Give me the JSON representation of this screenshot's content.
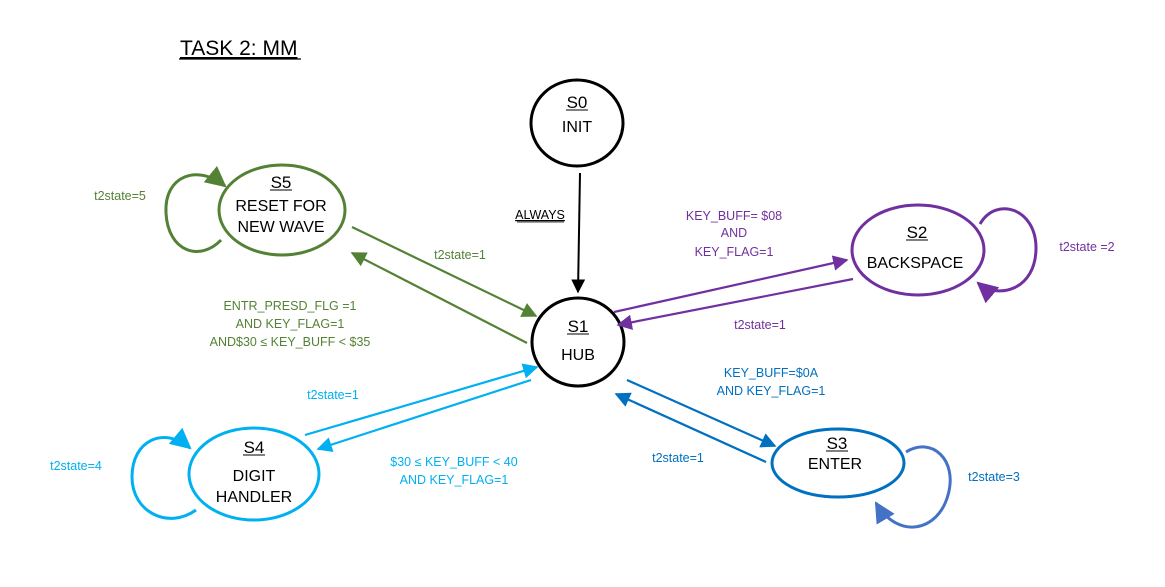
{
  "title": "TASK 2: MM",
  "colors": {
    "black": "#000000",
    "green": "#548235",
    "purple": "#7030a0",
    "blue": "#0070c0",
    "cyan": "#00b0f0",
    "selfloop_blue": "#4472c4"
  },
  "states": [
    {
      "id": "S0",
      "lines": [
        "INIT"
      ]
    },
    {
      "id": "S1",
      "lines": [
        "HUB"
      ]
    },
    {
      "id": "S2",
      "lines": [
        "BACKSPACE"
      ]
    },
    {
      "id": "S3",
      "lines": [
        "ENTER"
      ]
    },
    {
      "id": "S4",
      "lines": [
        "DIGIT",
        "HANDLER"
      ]
    },
    {
      "id": "S5",
      "lines": [
        "RESET FOR",
        "NEW WAVE"
      ]
    }
  ],
  "transitions": {
    "always": "ALWAYS",
    "to_s2": [
      "KEY_BUFF= $08",
      "AND",
      "KEY_FLAG=1"
    ],
    "from_s2": "t2state=1",
    "to_s3": [
      "KEY_BUFF=$0A",
      "AND KEY_FLAG=1"
    ],
    "from_s3": "t2state=1",
    "to_s4": [
      "$30 ≤ KEY_BUFF < 40",
      "AND KEY_FLAG=1"
    ],
    "from_s4": "t2state=1",
    "to_s5": [
      "ENTR_PRESD_FLG =1",
      "AND KEY_FLAG=1",
      "AND$30 ≤ KEY_BUFF < $35"
    ],
    "from_s5": "t2state=1"
  },
  "self_loops": {
    "s2": "t2state =2",
    "s3": "t2state=3",
    "s4": "t2state=4",
    "s5": "t2state=5"
  }
}
